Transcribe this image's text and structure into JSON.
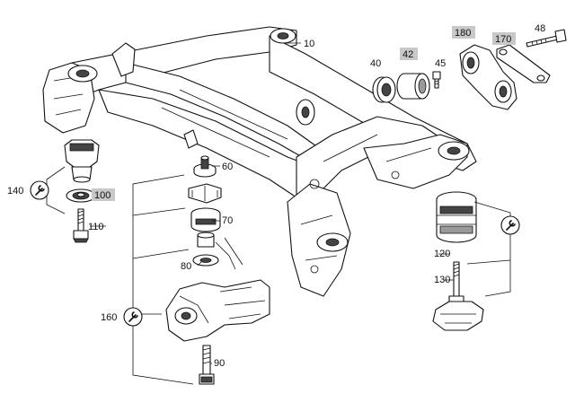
{
  "diagram": {
    "labels": {
      "l10": "10",
      "l40": "40",
      "l42": "42",
      "l45": "45",
      "l48": "48",
      "l60": "60",
      "l70": "70",
      "l80": "80",
      "l90": "90",
      "l100": "100",
      "l110": "110",
      "l120": "120",
      "l130": "130",
      "l140": "140",
      "l160": "160",
      "l170": "170",
      "l180": "180"
    },
    "highlighted_labels": [
      "42",
      "100",
      "170",
      "180"
    ],
    "icons": [
      "wrench-icon",
      "wrench-icon",
      "wrench-icon"
    ]
  }
}
